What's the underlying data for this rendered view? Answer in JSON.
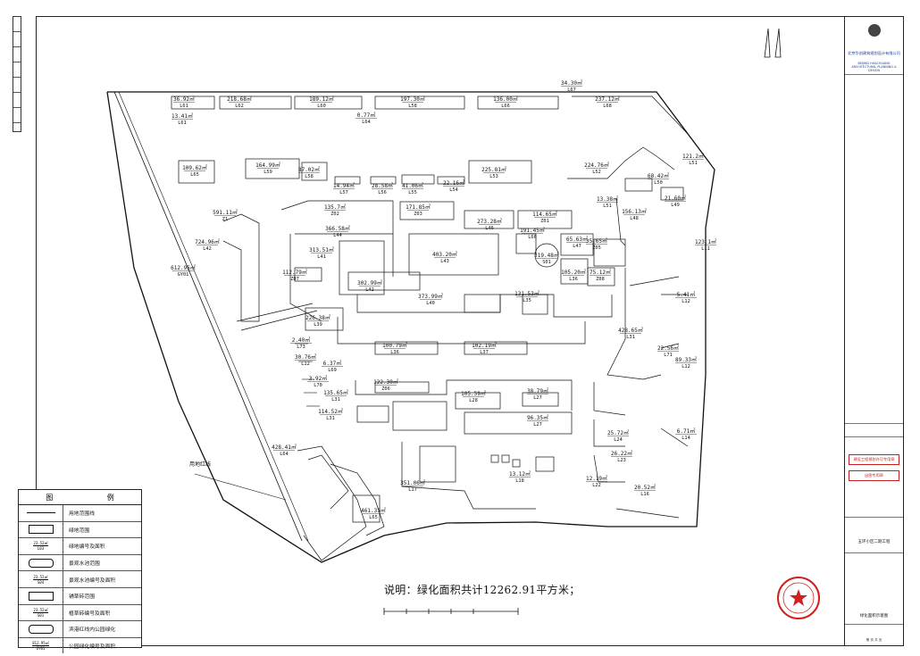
{
  "note": "说明：绿化面积共计12262.91平方米；",
  "parcels": [
    {
      "area": "36.92㎡",
      "id": "L61"
    },
    {
      "area": "218.68㎡",
      "id": "L62"
    },
    {
      "area": "189.12㎡",
      "id": "L60"
    },
    {
      "area": "197.30㎡",
      "id": "L58"
    },
    {
      "area": "136.00㎡",
      "id": "L66"
    },
    {
      "area": "34.30㎡",
      "id": "L67"
    },
    {
      "area": "237.12㎡",
      "id": "L68"
    },
    {
      "area": "13.41㎡",
      "id": "L61"
    },
    {
      "area": "0.77㎡",
      "id": "L64"
    },
    {
      "area": "109.62㎡",
      "id": "L65"
    },
    {
      "area": "164.99㎡",
      "id": "L59"
    },
    {
      "area": "87.02㎡",
      "id": "L58"
    },
    {
      "area": "14.94㎡",
      "id": "L57"
    },
    {
      "area": "28.58㎡",
      "id": "L56"
    },
    {
      "area": "41.06㎡",
      "id": "L55"
    },
    {
      "area": "22.16㎡",
      "id": "L54"
    },
    {
      "area": "225.81㎡",
      "id": "L53"
    },
    {
      "area": "224.76㎡",
      "id": "L52"
    },
    {
      "area": "121.2㎡",
      "id": "L51"
    },
    {
      "area": "68.42㎡",
      "id": "L50"
    },
    {
      "area": "13.38㎡",
      "id": "L51"
    },
    {
      "area": "21.60㎡",
      "id": "L49"
    },
    {
      "area": "156.13㎡",
      "id": "L48"
    },
    {
      "area": "591.11㎡",
      "id": "Z1"
    },
    {
      "area": "135.7㎡",
      "id": "Z02"
    },
    {
      "area": "171.85㎡",
      "id": "Z03"
    },
    {
      "area": "273.28㎡",
      "id": "L46"
    },
    {
      "area": "114.65㎡",
      "id": "Z01"
    },
    {
      "area": "724.96㎡",
      "id": "L42"
    },
    {
      "area": "366.58㎡",
      "id": "L44"
    },
    {
      "area": "191.45㎡",
      "id": "L66"
    },
    {
      "area": "65.63㎡",
      "id": "L47"
    },
    {
      "area": "35.65㎡",
      "id": "Z05"
    },
    {
      "area": "123.1㎡",
      "id": "L11"
    },
    {
      "area": "313.51㎡",
      "id": "L41"
    },
    {
      "area": "403.20㎡",
      "id": "L43"
    },
    {
      "area": "319.48㎡",
      "id": "S01"
    },
    {
      "area": "612.95㎡",
      "id": "GY01"
    },
    {
      "area": "112.79㎡",
      "id": "Z07"
    },
    {
      "area": "302.99㎡",
      "id": "L42"
    },
    {
      "area": "105.20㎡",
      "id": "L36"
    },
    {
      "area": "75.12㎡",
      "id": "Z08"
    },
    {
      "area": "5.41㎡",
      "id": "L12"
    },
    {
      "area": "373.99㎡",
      "id": "L40"
    },
    {
      "area": "131.53㎡",
      "id": "L35"
    },
    {
      "area": "226.38㎡",
      "id": "L39"
    },
    {
      "area": "2.40㎡",
      "id": "L73"
    },
    {
      "area": "428.65㎡",
      "id": "L31"
    },
    {
      "area": "100.79㎡",
      "id": "L36"
    },
    {
      "area": "102.19㎡",
      "id": "L37"
    },
    {
      "area": "22.56㎡",
      "id": "L71"
    },
    {
      "area": "30.76㎡",
      "id": "L12"
    },
    {
      "area": "89.33㎡",
      "id": "L12"
    },
    {
      "area": "122.30㎡",
      "id": "Z06"
    },
    {
      "area": "6.37㎡",
      "id": "L69"
    },
    {
      "area": "3.92㎡",
      "id": "L70"
    },
    {
      "area": "135.65㎡",
      "id": "L31"
    },
    {
      "area": "105.59㎡",
      "id": "L28"
    },
    {
      "area": "38.79㎡",
      "id": "L27"
    },
    {
      "area": "114.52㎡",
      "id": "L31"
    },
    {
      "area": "96.35㎡",
      "id": "L27"
    },
    {
      "area": "428.41㎡",
      "id": "L64"
    },
    {
      "area": "25.72㎡",
      "id": "L24"
    },
    {
      "area": "6.71㎡",
      "id": "L14"
    },
    {
      "area": "26.22㎡",
      "id": "L23"
    },
    {
      "area": "13.12㎡",
      "id": "L18"
    },
    {
      "area": "351.06㎡",
      "id": "L17"
    },
    {
      "area": "12.19㎡",
      "id": "L22"
    },
    {
      "area": "20.52㎡",
      "id": "L16"
    },
    {
      "area": "461.33㎡",
      "id": "L65"
    }
  ],
  "boundary_label": "用地红线",
  "legend": {
    "head_left": "图",
    "head_right": "例",
    "rows": [
      {
        "text": "用地范围线",
        "sym": "line"
      },
      {
        "text": "绿地范围",
        "sym": "box"
      },
      {
        "text": "绿地编号及面积",
        "sym": "stack",
        "top": "23.52㎡",
        "bottom": "L03"
      },
      {
        "text": "景观水池范围",
        "sym": "boxr"
      },
      {
        "text": "景观水池编号及面积",
        "sym": "stack",
        "top": "23.52㎡",
        "bottom": "S04"
      },
      {
        "text": "铺草砖范围",
        "sym": "box"
      },
      {
        "text": "植草砖编号及面积",
        "sym": "stack",
        "top": "23.52㎡",
        "bottom": "S01"
      },
      {
        "text": "滨港红线内公园绿化",
        "sym": "boxr"
      },
      {
        "text": "公园绿化编号及面积",
        "sym": "stack",
        "top": "812.95㎡",
        "bottom": "GY01"
      }
    ]
  },
  "titleblock": {
    "company": "北京华创建筑规划设计有限公司",
    "company_en": "BEIJING HUACHUANG ARCHITECTURAL PLANNING & DESIGN",
    "stamp1": "建设工程规划许可专用章",
    "stamp2": "出图专用章",
    "drawing_title": "绿化面积示意图",
    "project": "五环小区二期工程",
    "page": "第 页 共 页"
  }
}
